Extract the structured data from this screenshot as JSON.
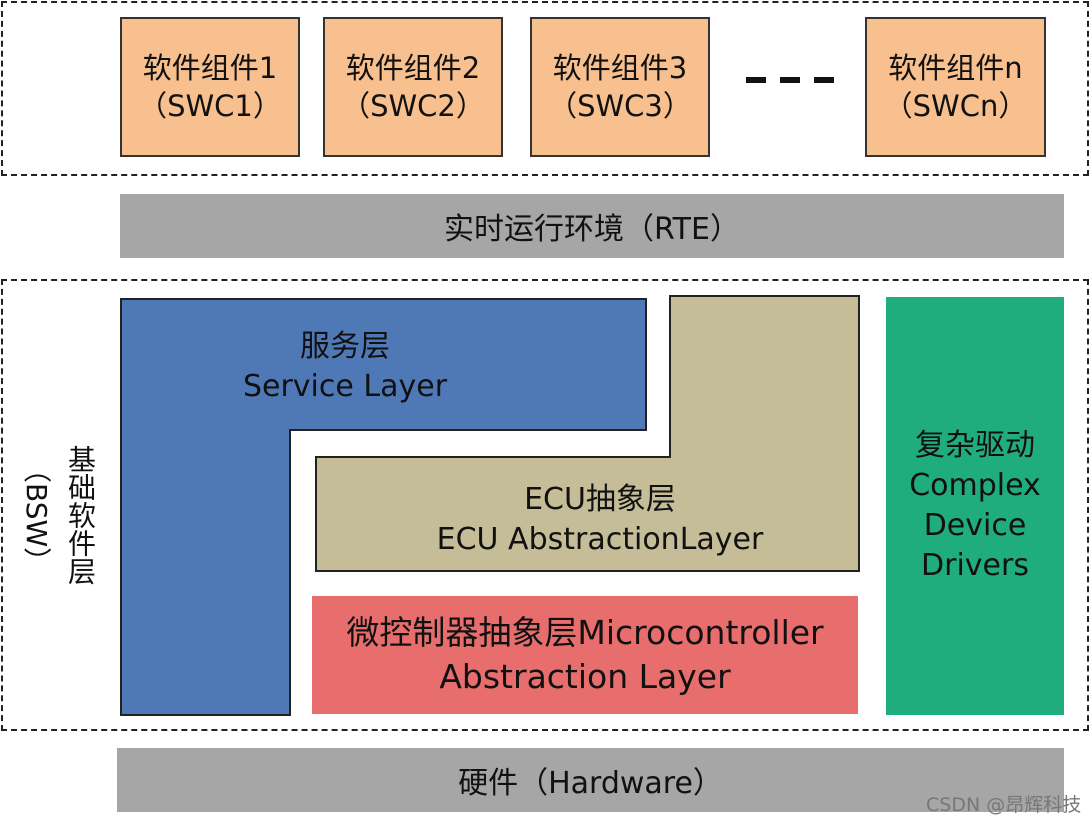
{
  "swc": [
    {
      "line1": "软件组件1",
      "line2": "（SWC1）"
    },
    {
      "line1": "软件组件2",
      "line2": "（SWC2）"
    },
    {
      "line1": "软件组件3",
      "line2": "（SWC3）"
    },
    {
      "line1": "软件组件n",
      "line2": "（SWCn）"
    }
  ],
  "ellipsis": "- - -",
  "rte": "实时运行环境（RTE）",
  "bsw": {
    "label_cn": "基础软件层",
    "label_en": "（BSW）"
  },
  "service_layer": {
    "cn": "服务层",
    "en": "Service Layer"
  },
  "ecu_layer": {
    "cn": "ECU抽象层",
    "en": "ECU AbstractionLayer"
  },
  "mcal": {
    "line1": "微控制器抽象层Microcontroller",
    "line2": "Abstraction Layer"
  },
  "cdd": {
    "line1": "复杂驱动",
    "line2": "Complex",
    "line3": "Device",
    "line4": "Drivers"
  },
  "hardware": "硬件（Hardware）",
  "watermark": "CSDN @昂辉科技",
  "colors": {
    "swc": "#f9c08f",
    "bar": "#a6a6a6",
    "service": "#4f79b6",
    "ecu": "#c5bd98",
    "mcal": "#e86e6e",
    "cdd": "#20ad7e"
  }
}
